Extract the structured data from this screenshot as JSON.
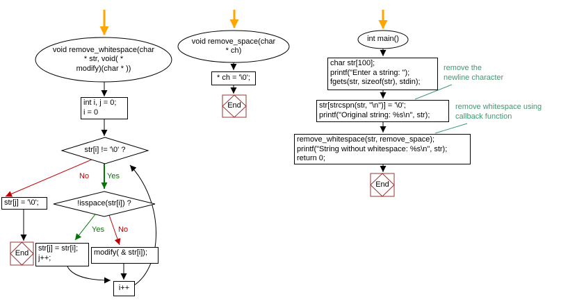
{
  "labels": {
    "yes": "Yes",
    "no": "No",
    "end": "End"
  },
  "fc_remove_whitespace": {
    "title": "void remove_whitespace(char\n* str, void( *\nmodify)(char * ))",
    "init": "int i, j = 0;\ni = 0",
    "loop_cond": "str[i] != '\\0' ?",
    "space_cond": "!isspace(str[i]) ?",
    "terminate": "str[j] = '\\0';",
    "copy": "str[j] = str[i];\nj++;",
    "callback_call": "modify( & str[i]);",
    "advance": "i++"
  },
  "fc_remove_space": {
    "title": "void remove_space(char\n* ch)",
    "assign": "* ch = '\\0';"
  },
  "fc_main": {
    "title": "int main()",
    "read_input": "char str[100];\nprintf(\"Enter a string: \");\nfgets(str, sizeof(str), stdin);",
    "strip_newline": "str[strcspn(str, \"\\n\")] = '\\0';\nprintf(\"Original string: %s\\n\", str);",
    "call_and_return": "remove_whitespace(str, remove_space);\nprintf(\"String without whitespace: %s\\n\", str);\nreturn 0;"
  },
  "annotations": {
    "newline": "remove the\nnewline character",
    "callback": "remove whitespace using\ncallback function"
  },
  "colors": {
    "edge": "#000000",
    "yes_branch": "#007700",
    "no_branch": "#c00000",
    "start_arrow": "#ffa500",
    "annotation": "#3d9970",
    "end_border": "#993333"
  }
}
